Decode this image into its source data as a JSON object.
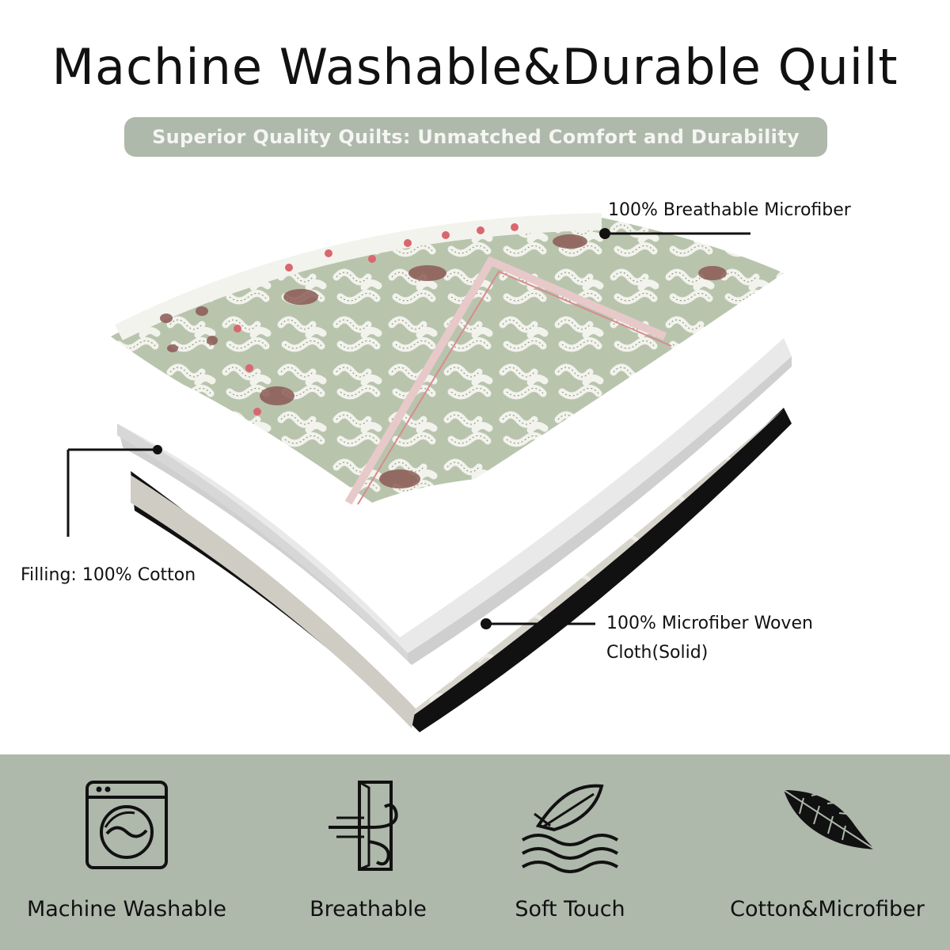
{
  "header": {
    "title": "Machine Washable&Durable Quilt",
    "subtitle": "Superior Quality Quilts: Unmatched Comfort and Durability"
  },
  "layers": {
    "top_label": "100% Breathable Microfiber",
    "middle_label": "Filling: 100% Cotton",
    "bottom_label_line1": "100% Microfiber Woven",
    "bottom_label_line2": "Cloth(Solid)"
  },
  "features": [
    {
      "icon": "washing-machine-icon",
      "label": "Machine Washable"
    },
    {
      "icon": "breathable-icon",
      "label": "Breathable"
    },
    {
      "icon": "soft-touch-feather-icon",
      "label": "Soft Touch"
    },
    {
      "icon": "leaf-icon",
      "label": "Cotton&Microfiber"
    }
  ],
  "colors": {
    "sage": "#aeb8ab",
    "pink_accent": "#d98a8f",
    "quilt_green": "#b9c4ad"
  }
}
